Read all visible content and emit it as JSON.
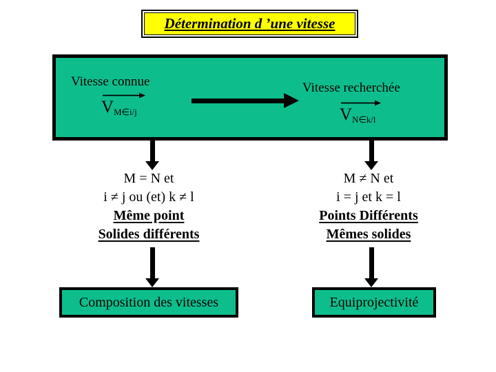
{
  "title": "Détermination d ’une vitesse",
  "colors": {
    "box_green": "#0dbe8c",
    "title_yellow": "#ffff00",
    "line_black": "#000000",
    "background": "#ffffff"
  },
  "flow": {
    "known": {
      "label": "Vitesse connue",
      "vector_symbol": "V",
      "vector_subscript": "M∈i/j"
    },
    "sought": {
      "label": "Vitesse recherchée",
      "vector_symbol": "V",
      "vector_subscript": "N∈k/l"
    }
  },
  "left_branch": {
    "condition_lines": [
      "M = N et",
      "i ≠ j ou (et) k ≠ l",
      "Même point",
      "Solides différents"
    ],
    "result": "Composition des vitesses"
  },
  "right_branch": {
    "condition_lines": [
      "M ≠ N et",
      "i = j et k = l",
      "Points Différents",
      "Mêmes solides"
    ],
    "result": "Equiprojectivité"
  }
}
